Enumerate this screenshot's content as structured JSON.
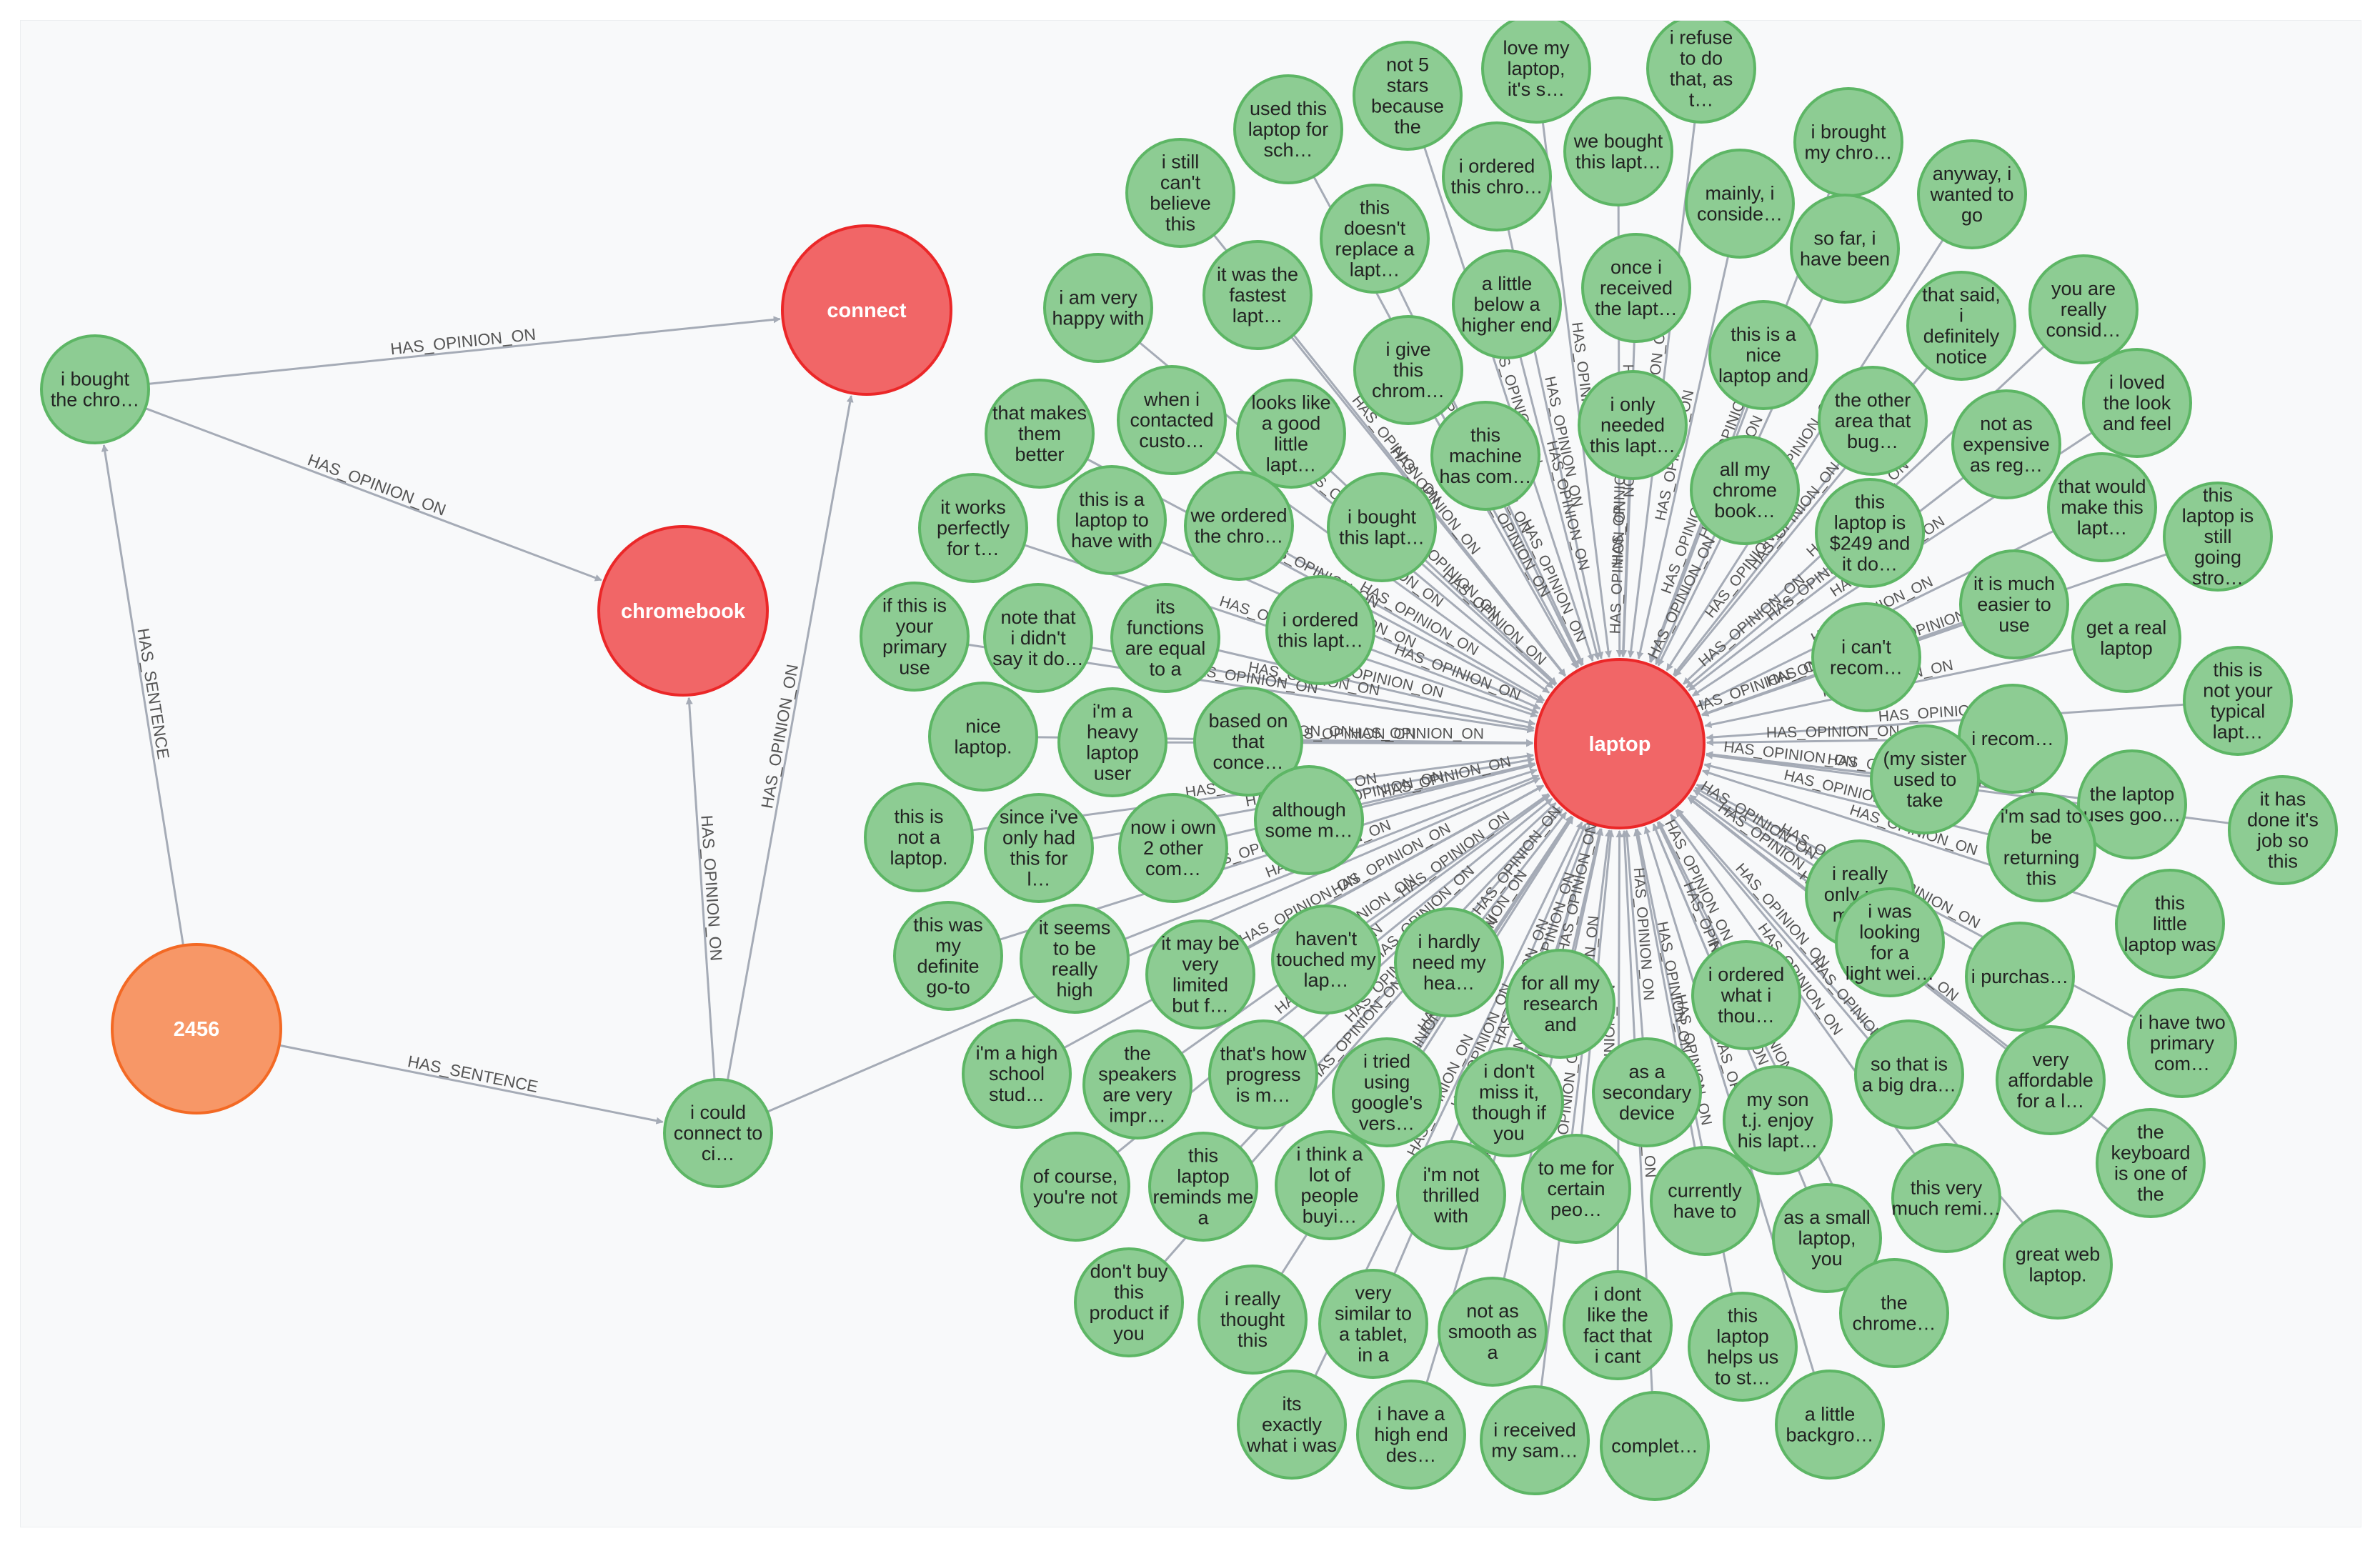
{
  "colors": {
    "background": "#f8f9fa",
    "sentence_fill": "#8dcc93",
    "sentence_stroke": "#5db665",
    "entity_fill": "#f16667",
    "entity_stroke": "#eb2728",
    "review_fill": "#f79767",
    "review_stroke": "#f36924",
    "edge": "#a5abb6",
    "edge_label": "#555555"
  },
  "relationship_types": {
    "has_opinion_on": "HAS_OPINION_ON",
    "has_sentence": "HAS_SENTENCE"
  },
  "left_graph": {
    "review": {
      "label": "2456"
    },
    "entities": [
      {
        "key": "connect",
        "label": "connect"
      },
      {
        "key": "chromebook",
        "label": "chromebook"
      }
    ],
    "sentences": [
      {
        "key": "s1",
        "label": "i bought the chro…"
      },
      {
        "key": "s2",
        "label": "i could connect to ci…"
      }
    ]
  },
  "hub": {
    "label": "laptop"
  },
  "laptop_sentences": [
    "love my laptop, it's s…",
    "i refuse to do that, as t…",
    "not 5 stars because the",
    "used this laptop for sch…",
    "i brought my chro…",
    "we bought this lapt…",
    "i ordered this chro…",
    "i still can't believe this",
    "anyway, i wanted to go",
    "mainly, i conside…",
    "this doesn't replace a lapt…",
    "so far, i have been",
    "once i received the lapt…",
    "it was the fastest lapt…",
    "i am very happy with",
    "a little below a higher end",
    "that said, i definitely notice",
    "you are really consid…",
    "this is a nice laptop and",
    "i give this chrom…",
    "when i contacted custo…",
    "that makes them better",
    "looks like a good little lapt…",
    "the other area that bug…",
    "i loved the look and feel",
    "i only needed this lapt…",
    "this machine has com…",
    "not as expensive as reg…",
    "all my chrome book…",
    "it works perfectly for t…",
    "this is a laptop to have with",
    "we ordered the chro…",
    "i bought this lapt…",
    "that would make this lapt…",
    "this laptop is still going stro…",
    "this laptop is $249 and it do…",
    "it is much easier to use",
    "if this is your primary use",
    "note that i didn't say it do…",
    "its functions are equal to a",
    "i ordered this lapt…",
    "get a real laptop",
    "i can't recom…",
    "this is not your typical lapt…",
    "nice laptop.",
    "i'm a heavy laptop user",
    "based on that conce…",
    "i recom…",
    "(my sister used to take",
    "the laptop uses goo…",
    "it has done it's job so this",
    "this is not a laptop.",
    "since i've only had this for l…",
    "now i own 2 other com…",
    "although some m…",
    "i'm sad to be returning this",
    "i really only use my l…",
    "this little laptop was",
    "this was my definite go-to",
    "it seems to be really high",
    "it may be very limited but f…",
    "haven't touched my lap…",
    "i hardly need my hea…",
    "for all my research and",
    "i ordered what i thou…",
    "i was looking for a light wei…",
    "i purchas…",
    "i have two primary com…",
    "i'm a high school stud…",
    "the speakers are very impr…",
    "that's how progress is m…",
    "i tried using google's vers…",
    "i don't miss it, though if you",
    "as a secondary device",
    "my son t.j. enjoy his lapt…",
    "so that is a big dra…",
    "very affordable for a l…",
    "the keyboard is one of the",
    "of course, you're not",
    "this laptop reminds me a",
    "i think a lot of people buyi…",
    "i'm not thrilled with",
    "to me for certain peo…",
    "currently have to",
    "as a small laptop, you",
    "this very much remi…",
    "great web laptop.",
    "don't buy this product if you",
    "i really thought this",
    "very similar to a tablet, in a",
    "not as smooth as a",
    "i dont like the fact that i cant",
    "this laptop helps us to st…",
    "the chrome…",
    "its exactly what i was",
    "i have a high end des…",
    "i received my sam…",
    "complet…",
    "a little backgro…"
  ]
}
